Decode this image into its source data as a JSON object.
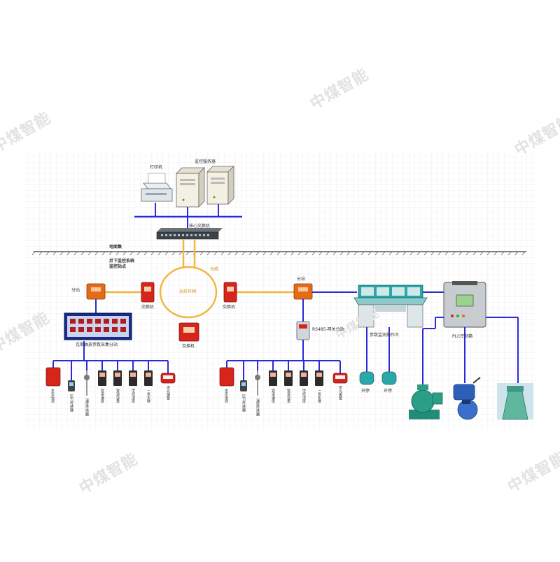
{
  "watermark": "中煤智能",
  "labels": {
    "printer": "打印机",
    "servers": "监控服务器",
    "core_switch": "核心交换机",
    "ground": "地面集",
    "underground_title": "井下监控系统",
    "underground_sub": "监控站点",
    "fiber": "光缆",
    "ring": "光纤环网",
    "switch": "交换机",
    "switch_left": "交换机",
    "switch_right": "交换机",
    "switch_bottom": "交换机",
    "station_left": "分站",
    "station_right": "分站",
    "panel": "瓦斯抽放参数采集分站",
    "converter": "RS485-网关分站",
    "console": "参数监测操作台",
    "plc": "PLC控制箱",
    "pump": "开停",
    "pump2": "开停"
  },
  "sensor_labels_left": [
    "本安电源",
    "压力传感器",
    "温度传感器",
    "管道温度",
    "管道流量",
    "甲烷浓度",
    "一氧化碳",
    "声光报警"
  ],
  "sensor_labels_right": [
    "本安电源",
    "压力传感器",
    "温度传感器",
    "管道温度",
    "管道流量",
    "甲烷浓度",
    "一氧化碳",
    "声光报警"
  ],
  "colors": {
    "network": "#2a2ad8",
    "fiber": "#f2b640",
    "red": "#d7251b",
    "orange": "#e76a16",
    "teal": "#2aa7a6",
    "panel": "#1a2a8a"
  }
}
